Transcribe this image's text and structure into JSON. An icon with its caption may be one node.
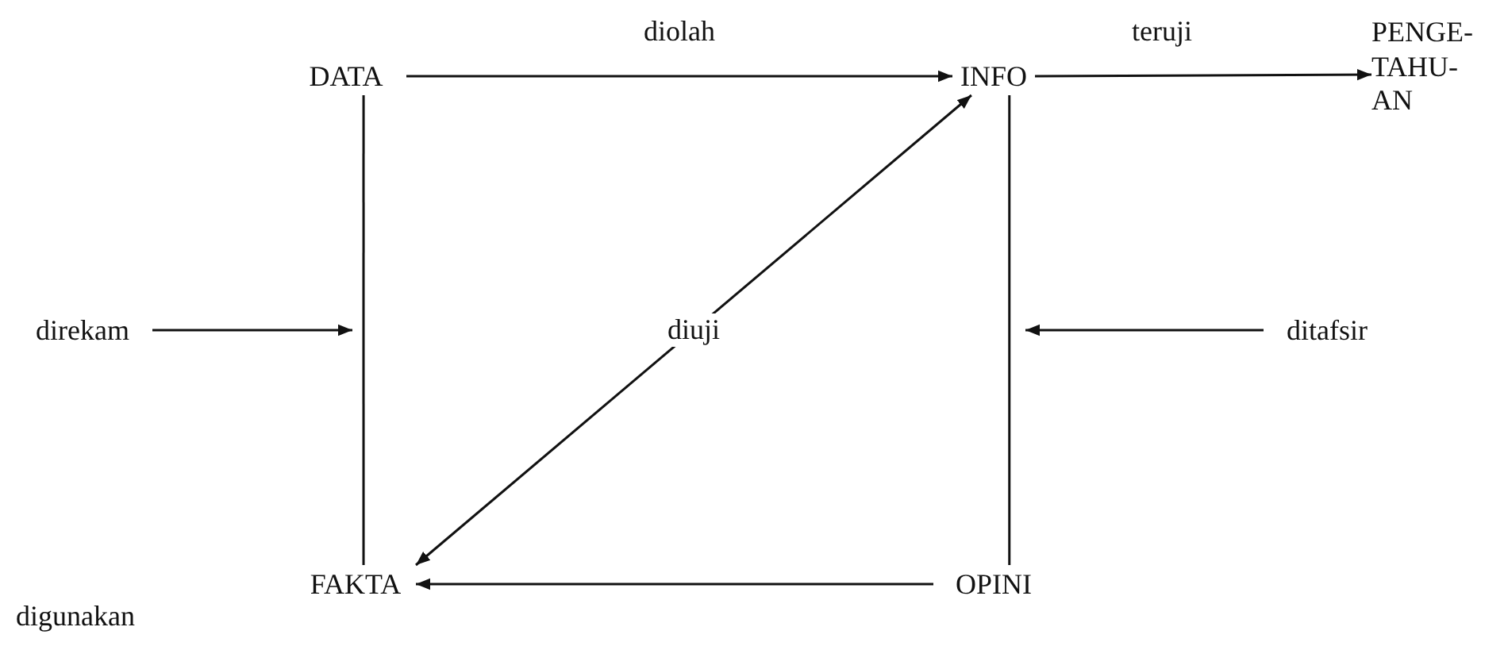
{
  "diagram": {
    "nodes": [
      {
        "text": [
          "DATA"
        ]
      },
      {
        "text": [
          "INFO"
        ]
      },
      {
        "text": [
          "PENGE- TAHU- AN"
        ]
      },
      {
        "text": [
          "direkam"
        ]
      },
      {
        "text": [
          "ditafsir"
        ]
      },
      {
        "text": [
          "FAKTA"
        ]
      },
      {
        "text": [
          "OPINI"
        ]
      }
    ],
    "edges": [
      {
        "from": 0,
        "to": 1,
        "arrow": "to",
        "label": "diolah"
      },
      {
        "from": 1,
        "to": 2,
        "arrow": "to",
        "label": "teruji"
      },
      {
        "from": 0,
        "to": 5,
        "arrow": "none"
      },
      {
        "from": 1,
        "to": 6,
        "arrow": "none"
      },
      {
        "from": 6,
        "to": 5,
        "arrow": "to"
      },
      {
        "from": 1,
        "to": 5,
        "arrow": "both",
        "label": "diuji"
      },
      {
        "from": 3,
        "to": null,
        "arrow": "to"
      },
      {
        "from": 4,
        "to": null,
        "arrow": "to"
      }
    ],
    "labels": [
      "digunakan"
    ]
  }
}
